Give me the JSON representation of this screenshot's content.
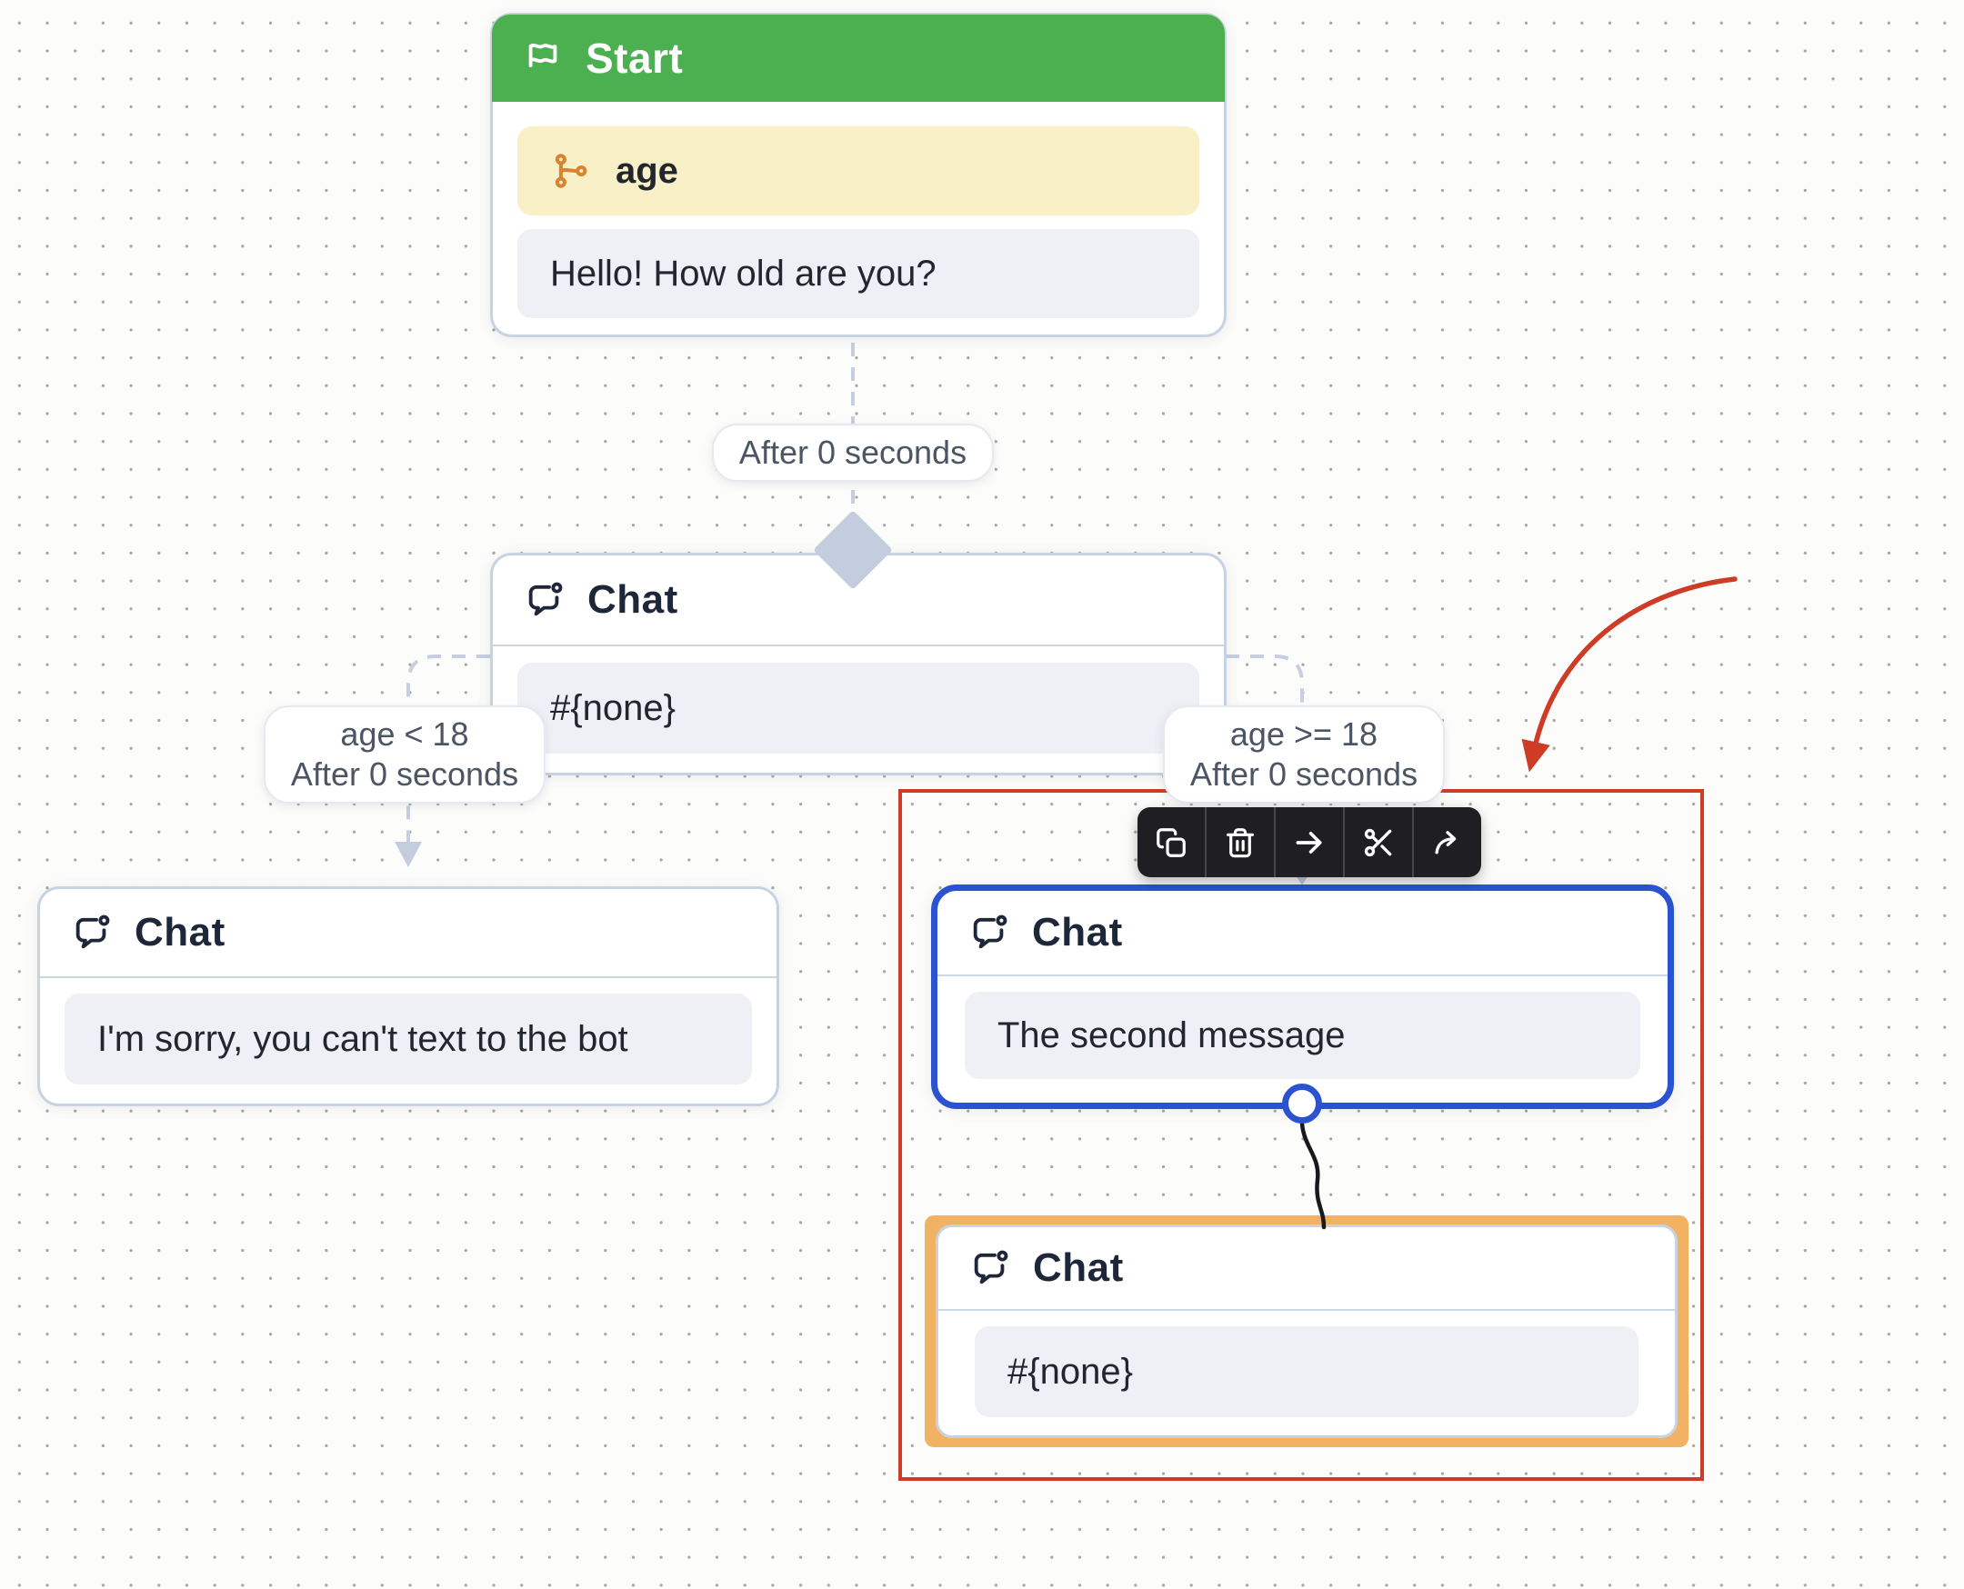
{
  "canvas": {
    "background": "#fcfcfa",
    "dot_color": "#a6a6a3"
  },
  "nodes": {
    "start": {
      "title": "Start",
      "condition_label": "age",
      "message": "Hello! How old are you?"
    },
    "chat_main": {
      "title": "Chat",
      "message": "#{none}"
    },
    "chat_under18": {
      "title": "Chat",
      "message": "I'm sorry, you can't text to the bot"
    },
    "chat_selected": {
      "title": "Chat",
      "message": "The second message"
    },
    "chat_drop_target": {
      "title": "Chat",
      "message": "#{none}"
    }
  },
  "edges": {
    "start_to_main": {
      "label": "After 0 seconds"
    },
    "under18": {
      "condition": "age < 18",
      "delay": "After 0 seconds"
    },
    "over18": {
      "condition": "age >= 18",
      "delay": "After 0 seconds"
    }
  },
  "toolbar": {
    "buttons": [
      {
        "name": "copy",
        "icon": "copy-icon"
      },
      {
        "name": "delete",
        "icon": "trash-icon"
      },
      {
        "name": "move",
        "icon": "arrow-right-icon"
      },
      {
        "name": "cut",
        "icon": "scissors-icon"
      },
      {
        "name": "share",
        "icon": "share-icon"
      }
    ]
  },
  "colors": {
    "start_header_green": "#4caf50",
    "condition_block_yellow": "#faf0c7",
    "message_block_gray": "#eef0f5",
    "selection_blue": "#2b53d0",
    "drop_target_orange": "#f1b264",
    "annotation_red": "#ce3c27",
    "connector_gray": "#c5cfe0",
    "toolbar_dark": "#1f1f23"
  }
}
